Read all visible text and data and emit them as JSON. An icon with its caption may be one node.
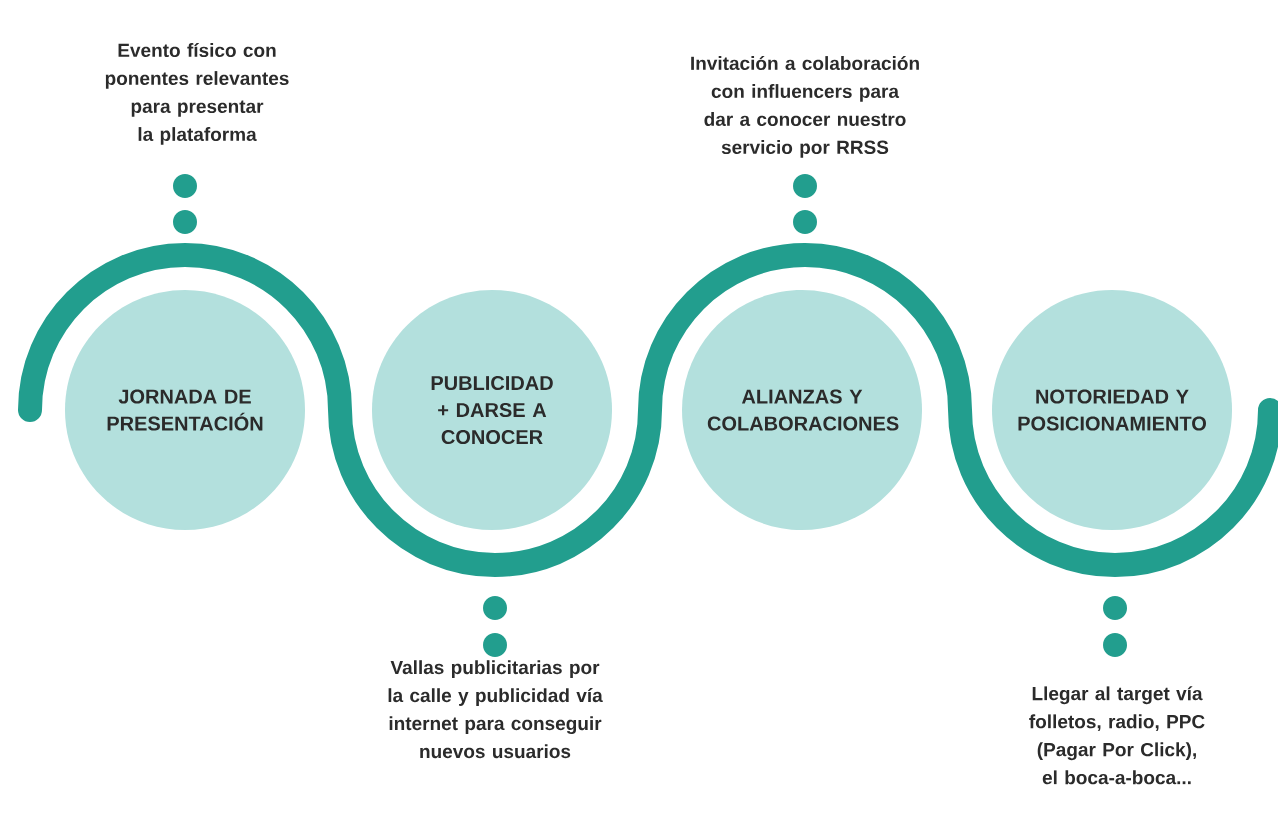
{
  "diagram": {
    "nodes": [
      {
        "text": [
          "JORNADA DE PRESENTACIÓN"
        ]
      },
      {
        "text": [
          "PUBLICIDAD + DARSE A CONOCER"
        ]
      },
      {
        "text": [
          "ALIANZAS Y COLABORACIONES"
        ]
      },
      {
        "text": [
          "NOTORIEDAD Y POSICIONAMIENTO"
        ]
      }
    ],
    "labels": [
      "Evento físico con ponentes relevantes para presentar la plataforma",
      "Invitación a colaboración con influencers para dar a conocer nuestro servicio por RRSS",
      "Vallas publicitarias por la calle y publicidad vía internet para conseguir nuevos usuarios",
      "Llegar al target vía folletos, radio, PPC (Pagar Por Click), el boca-a-boca..."
    ]
  }
}
